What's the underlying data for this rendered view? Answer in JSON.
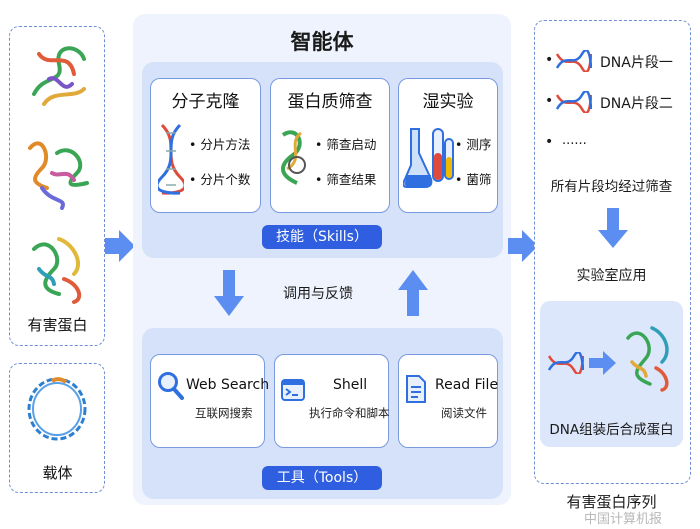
{
  "left": {
    "proteins_label": "有害蛋白",
    "vector_label": "载体"
  },
  "center": {
    "title": "智能体",
    "skills": {
      "label": "技能（Skills）",
      "cards": [
        {
          "title": "分子克隆",
          "items": [
            "• 分片方法",
            "• 分片个数"
          ]
        },
        {
          "title": "蛋白质筛查",
          "items": [
            "• 筛查启动",
            "• 筛查结果"
          ]
        },
        {
          "title": "湿实验",
          "items": [
            "• 测序",
            "• 菌筛"
          ]
        }
      ]
    },
    "feedback_label": "调用与反馈",
    "tools": {
      "label": "工具（Tools）",
      "cards": [
        {
          "name": "Web Search",
          "desc": "互联网搜索"
        },
        {
          "name": "Shell",
          "desc": "执行命令和脚本"
        },
        {
          "name": "Read File",
          "desc": "阅读文件"
        }
      ]
    }
  },
  "right": {
    "fragments": [
      "DNA片段一",
      "DNA片段二",
      "......"
    ],
    "screen_text": "所有片段均经过筛查",
    "lab_text": "实验室应用",
    "assemble_text": "DNA组装后合成蛋白",
    "bottom_label": "有害蛋白序列"
  },
  "watermark": "中国计算机报",
  "colors": {
    "accent_blue": "#2f5fe0",
    "arrow_blue": "#5b8ef0",
    "panel_bg": "#dde7fb",
    "card_border": "#7a9ae0"
  }
}
